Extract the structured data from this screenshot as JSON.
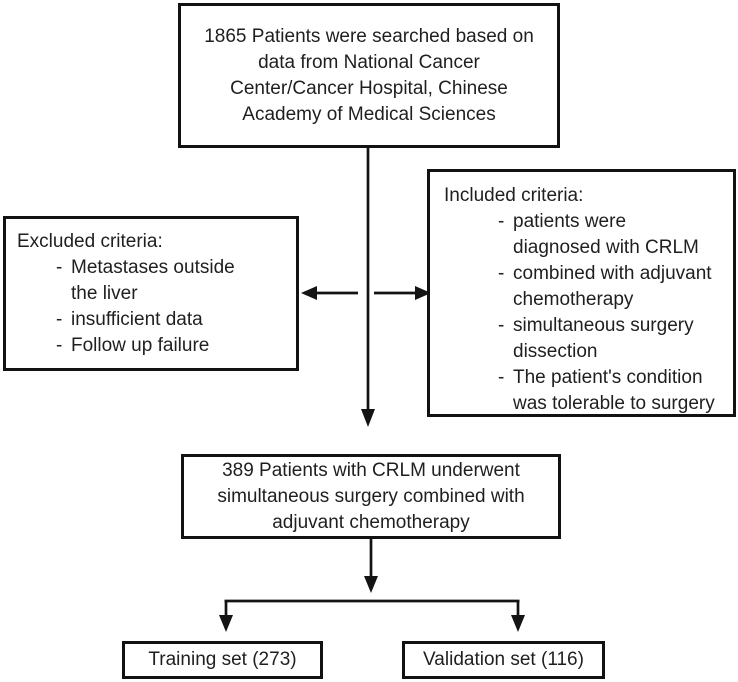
{
  "figure": {
    "background_color": "#ffffff",
    "line_color": "#141414",
    "text_color": "#1f1f1f"
  },
  "boxes": {
    "source": {
      "text": "1865 Patients were searched based on\ndata from National Cancer\nCenter/Cancer Hospital, Chinese\nAcademy of Medical Sciences"
    },
    "excluded": {
      "label": "Excluded criteria:",
      "bullet_char": "-",
      "items": [
        "Metastases outside\nthe liver",
        "insufficient data",
        "Follow up failure"
      ]
    },
    "included": {
      "label": "Included criteria:",
      "bullet_char": "-",
      "items": [
        "patients were\ndiagnosed with CRLM",
        "combined with adjuvant\nchemotherapy",
        "simultaneous surgery\ndissection",
        "The patient's condition\nwas tolerable to surgery"
      ]
    },
    "cohort": {
      "text": "389 Patients with CRLM underwent\nsimultaneous surgery combined with\nadjuvant chemotherapy"
    },
    "training": {
      "text": "Training set (273)"
    },
    "validation": {
      "text": "Validation set (116)"
    }
  }
}
